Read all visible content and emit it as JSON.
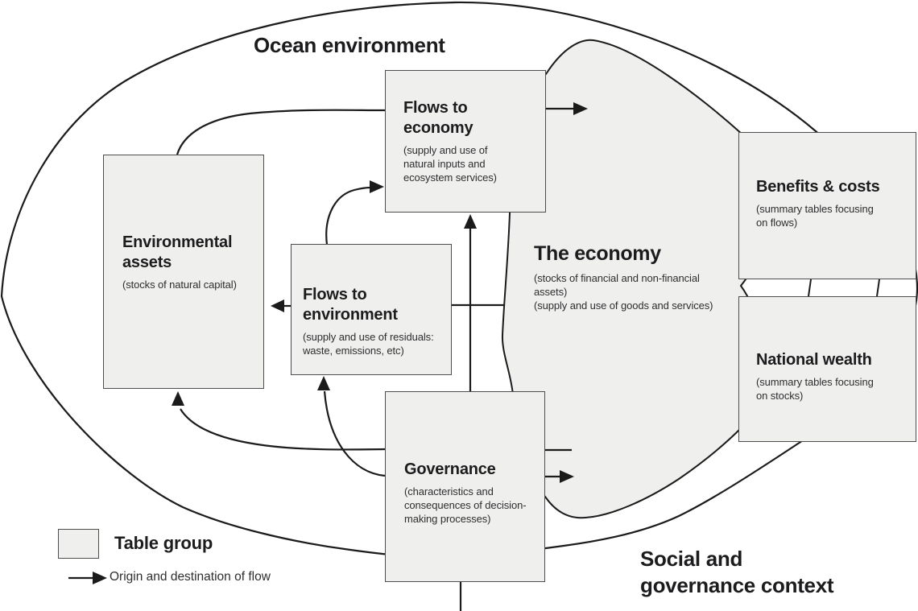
{
  "diagram": {
    "context_labels": {
      "ocean": "Ocean environment",
      "social": "Social and\ngovernance context"
    },
    "boxes": {
      "environmental_assets": {
        "title": "Environmental\nassets",
        "subtitle": "(stocks of natural capital)"
      },
      "flows_to_economy": {
        "title": "Flows to\neconomy",
        "subtitle": "(supply and use of\nnatural inputs and\necosystem services)"
      },
      "flows_to_environment": {
        "title": "Flows to\nenvironment",
        "subtitle": "(supply and use of residuals:\nwaste, emissions, etc)"
      },
      "governance": {
        "title": "Governance",
        "subtitle": "(characteristics and\nconsequences of decision-\nmaking processes)"
      },
      "benefits_costs": {
        "title": "Benefits & costs",
        "subtitle": "(summary tables focusing\non flows)"
      },
      "national_wealth": {
        "title": "National wealth",
        "subtitle": "(summary tables focusing\non stocks)"
      }
    },
    "economy": {
      "title": "The economy",
      "subtitle": "(stocks of financial and non-financial\nassets)\n(supply and use of goods and services)"
    },
    "legend": {
      "table_group": "Table group",
      "flow": "Origin and destination of flow"
    },
    "colors": {
      "box_fill": "#efefed",
      "box_border": "#4d4d4d",
      "line": "#1b1b1b",
      "text": "#1c1c1e",
      "subtext": "#2e2e30",
      "background": "#ffffff"
    }
  }
}
